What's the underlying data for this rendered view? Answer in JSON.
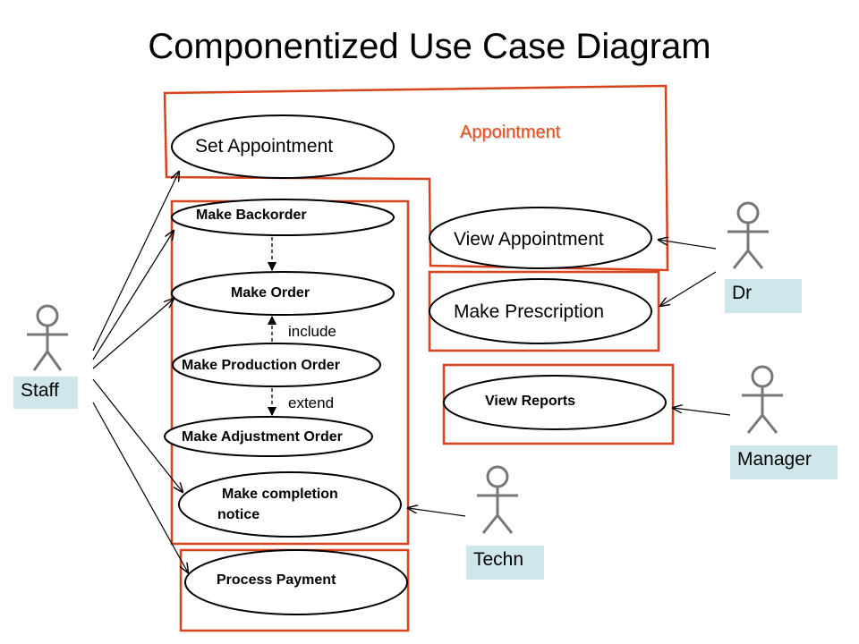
{
  "title": "Componentized Use Case Diagram",
  "packages": {
    "appointment": "Appointment"
  },
  "use_cases": {
    "set_appointment": "Set Appointment",
    "view_appointment": "View Appointment",
    "make_backorder": "Make Backorder",
    "make_order": "Make Order",
    "make_production_order": "Make Production Order",
    "make_adjustment_order": "Make Adjustment Order",
    "make_completion_notice_line1": "Make completion",
    "make_completion_notice_line2": "notice",
    "make_prescription": "Make Prescription",
    "view_reports": "View Reports",
    "process_payment": "Process Payment"
  },
  "relationships": {
    "include": "include",
    "extend": "extend"
  },
  "actors": {
    "staff": "Staff",
    "dr": "Dr",
    "manager": "Manager",
    "techn": "Techn"
  },
  "colors": {
    "package_border": "#d9431c",
    "actor_label_bg": "#cfe7ea"
  }
}
